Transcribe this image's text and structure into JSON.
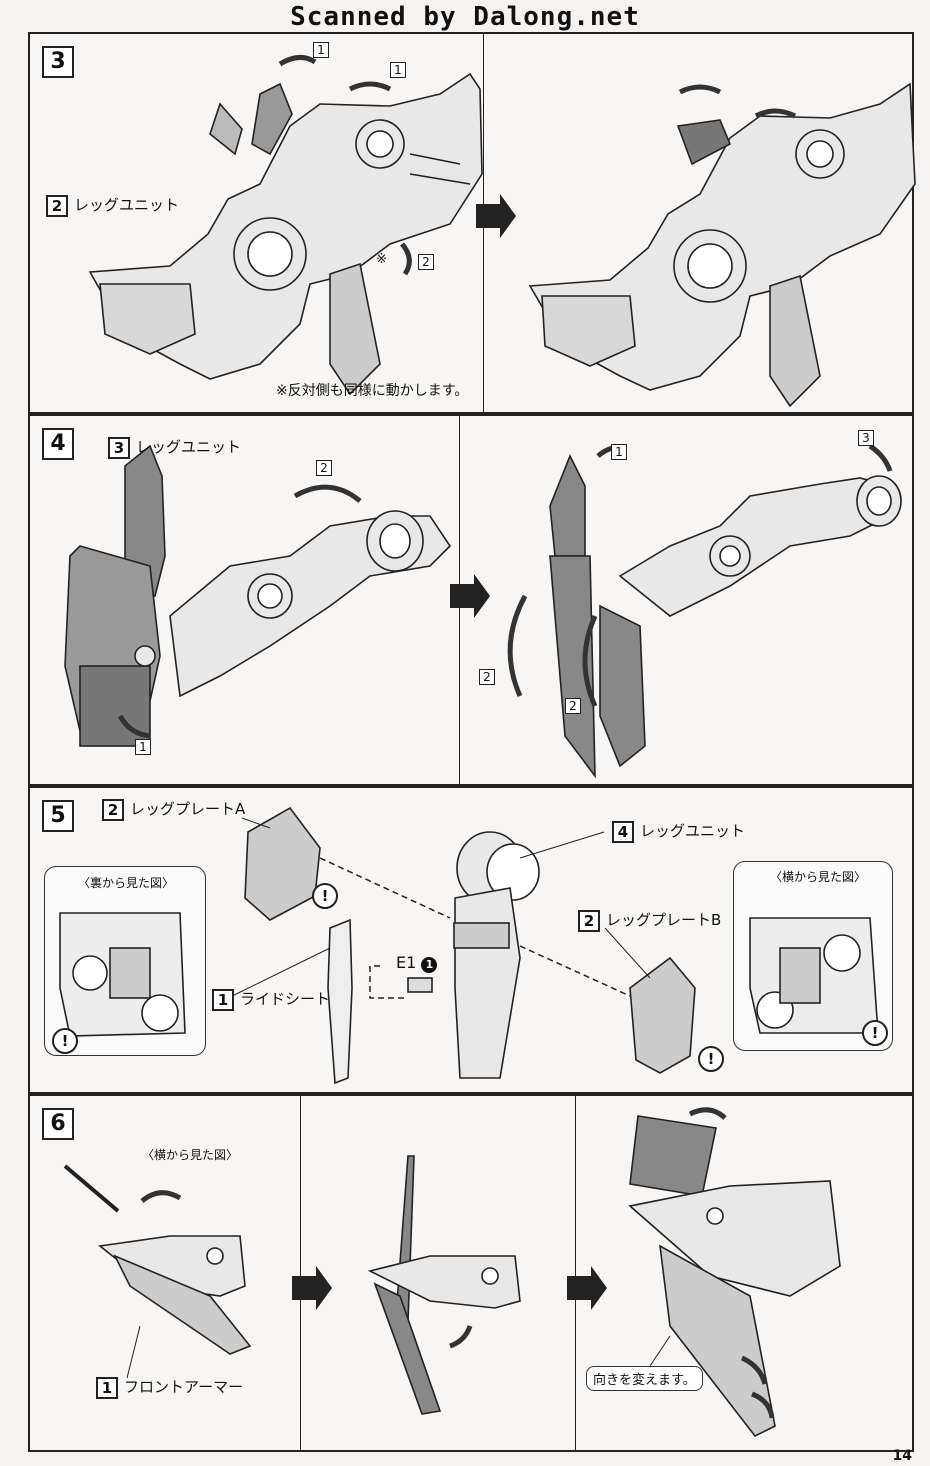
{
  "scan_header": "Scanned by Dalong.net",
  "steps": {
    "s3": {
      "number": "3",
      "part_label": "レッグユニット",
      "part_no": "2",
      "note": "※反対側も同様に動かします。",
      "arrow_nums": [
        "1",
        "1",
        "2"
      ],
      "asterisk": "※"
    },
    "s4": {
      "number": "4",
      "part_label": "レッグユニット",
      "part_no": "3",
      "arrow_nums": [
        "2",
        "1",
        "1",
        "3",
        "2",
        "2"
      ]
    },
    "s5": {
      "number": "5",
      "parts": [
        {
          "no": "2",
          "label": "レッグプレートA"
        },
        {
          "no": "4",
          "label": "レッグユニット"
        },
        {
          "no": "2",
          "label": "レッグプレートB"
        },
        {
          "no": "1",
          "label": "ライドシート"
        }
      ],
      "view_back": "〈裏から見た図〉",
      "view_side": "〈横から見た図〉",
      "part_code": "E1",
      "part_qty": "1",
      "caution": "!"
    },
    "s6": {
      "number": "6",
      "view_side": "〈横から見た図〉",
      "part_no": "1",
      "part_label": "フロントアーマー",
      "callout": "向きを変えます。"
    }
  },
  "page_number": "14",
  "colors": {
    "line": "#222222",
    "panel_bg": "#f7f6f4",
    "page_bg": "#f4f3f1",
    "arrow": "#333333"
  }
}
